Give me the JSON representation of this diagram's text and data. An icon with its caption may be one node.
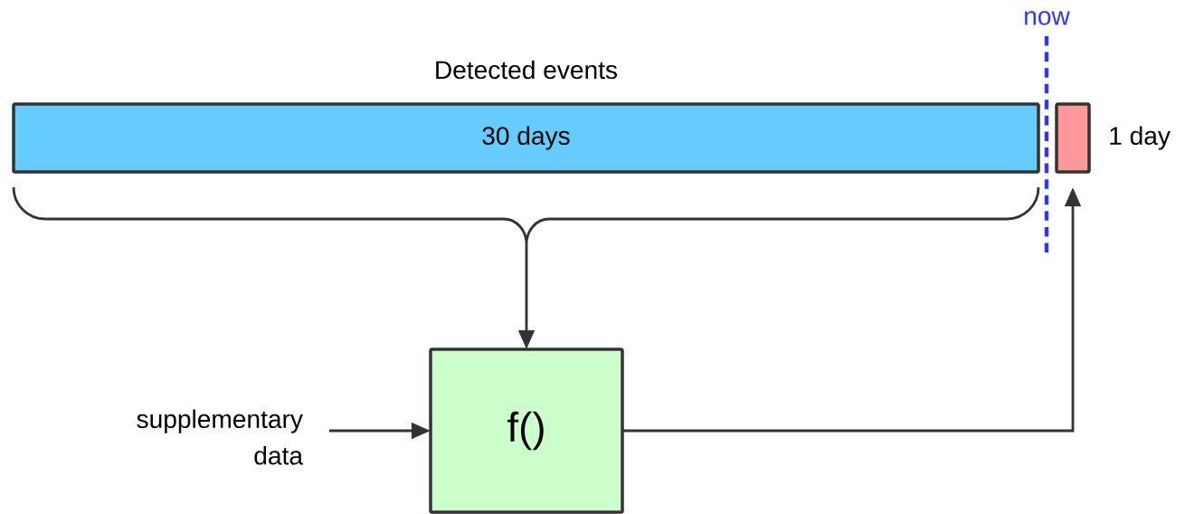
{
  "diagram": {
    "nodes": [
      {
        "text": [
          "Detected events",
          "30 days"
        ]
      },
      {
        "text": [],
        "shape": "box",
        "beside": [
          "1 day"
        ]
      },
      {
        "text": [
          "f()"
        ]
      },
      {
        "text": [
          "supplementary data"
        ]
      }
    ],
    "edges": [
      {
        "from": 0,
        "to": 2,
        "arrow": "to"
      },
      {
        "from": 3,
        "to": 2,
        "arrow": "to"
      },
      {
        "from": 2,
        "to": 1,
        "arrow": "to"
      }
    ],
    "labels": [
      "now"
    ]
  }
}
